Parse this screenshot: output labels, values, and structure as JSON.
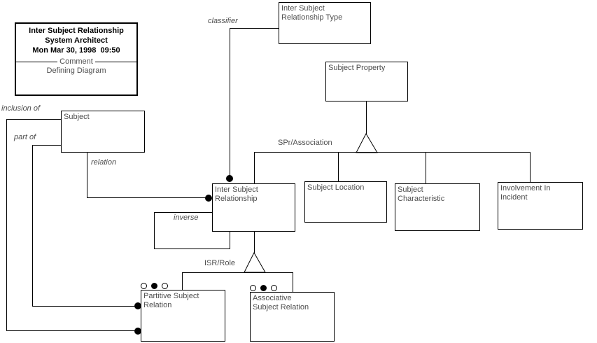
{
  "colors": {
    "background": "#ffffff",
    "line": "#000000",
    "box_text": "#4d4d4d",
    "title_text": "#000000"
  },
  "title_box": {
    "line1": "Inter Subject Relationship",
    "line2": "System Architect",
    "line3": "Mon Mar 30, 1998  09:50",
    "divider": "Comment",
    "comment": "Defining Diagram"
  },
  "entities": {
    "isr_type": "Inter Subject\nRelationship Type",
    "subject_property": "Subject Property",
    "subject": "Subject",
    "inter_subject_relationship": "Inter Subject\nRelationship",
    "subject_location": "Subject Location",
    "subject_characteristic": "Subject\nCharacteristic",
    "involvement_in_incident": "Involvement In\nIncident",
    "partitive_subject_relation": "Partitive Subject\nRelation",
    "associative_subject_relation": "Associative\nSubject Relation"
  },
  "labels": {
    "classifier": "classifier",
    "inclusion_of": "inclusion of",
    "part_of": "part of",
    "relation": "relation",
    "inverse": "inverse",
    "spr_association": "SPr/Association",
    "isr_role": "ISR/Role"
  }
}
